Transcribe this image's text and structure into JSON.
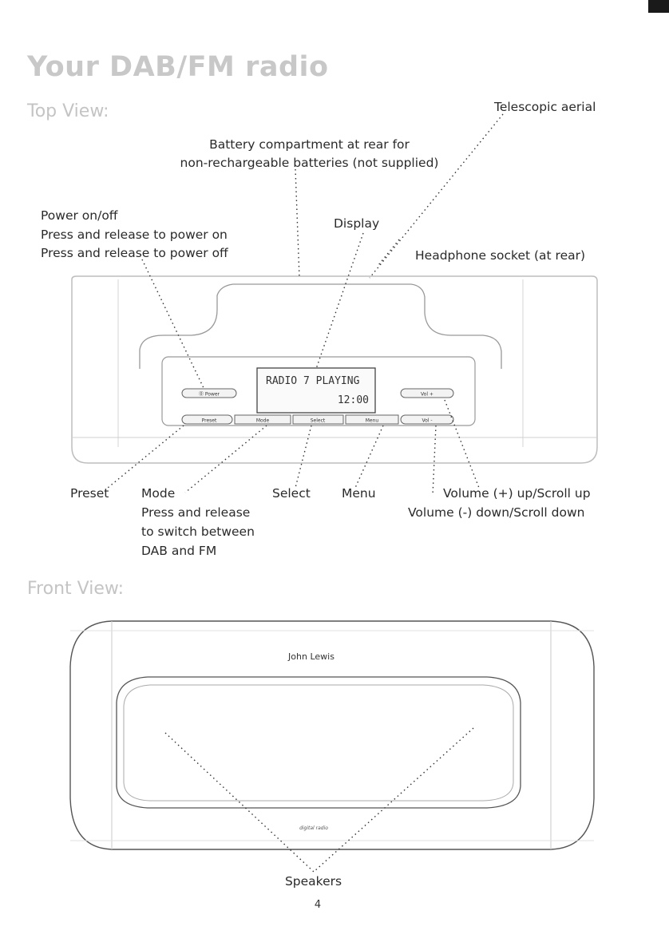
{
  "page": {
    "title": "Your DAB/FM radio",
    "page_number": "4"
  },
  "top_view": {
    "heading": "Top View:",
    "telescopic_aerial": "Telescopic aerial",
    "battery_line1": "Battery compartment at rear for",
    "battery_line2": "non-rechargeable batteries (not supplied)",
    "power_line1": "Power on/off",
    "power_line2": "Press and release to power on",
    "power_line3": "Press and release to power off",
    "display_label": "Display",
    "headphone_label": "Headphone socket (at rear)",
    "lcd_line1": "RADIO 7 PLAYING",
    "lcd_line2": "12:00",
    "buttons": {
      "power": "⓪ Power",
      "vol_plus": "Vol +",
      "preset": "Preset",
      "mode": "Mode",
      "select": "Select",
      "menu": "Menu",
      "vol_minus": "Vol -"
    },
    "preset_label": "Preset",
    "mode_line1": "Mode",
    "mode_line2": "Press and release",
    "mode_line3": "to switch between",
    "mode_line4": "DAB and FM",
    "select_label": "Select",
    "menu_label": "Menu",
    "vol_up_label": "Volume (+) up/Scroll up",
    "vol_down_label": "Volume (-) down/Scroll down"
  },
  "front_view": {
    "heading": "Front View:",
    "brand": "John Lewis",
    "digital_radio_logo": "digital radio",
    "speakers_label": "Speakers"
  }
}
